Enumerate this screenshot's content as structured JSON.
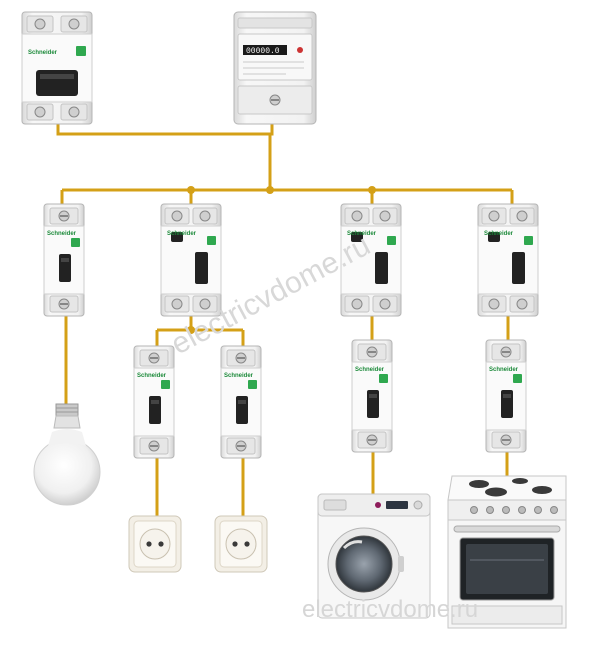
{
  "brand": "Schneider",
  "watermark": "electricvdome.ru",
  "colors": {
    "wire": "#d4a017",
    "device_body": "#eeeeee",
    "handle": "#222222",
    "brand_green": "#1c8a3a"
  },
  "meter": {
    "digits": "00000.0"
  },
  "components": [
    {
      "id": "main-breaker",
      "kind": "2-pole-breaker"
    },
    {
      "id": "energy-meter",
      "kind": "meter"
    },
    {
      "id": "breaker-lighting",
      "kind": "1-pole-breaker"
    },
    {
      "id": "rcd-sockets",
      "kind": "rcd"
    },
    {
      "id": "rcd-washer",
      "kind": "rcd"
    },
    {
      "id": "rcd-stove",
      "kind": "rcd"
    },
    {
      "id": "breaker-socket-1",
      "kind": "1-pole-breaker"
    },
    {
      "id": "breaker-socket-2",
      "kind": "1-pole-breaker"
    },
    {
      "id": "breaker-washer",
      "kind": "1-pole-breaker"
    },
    {
      "id": "breaker-stove",
      "kind": "1-pole-breaker"
    }
  ],
  "loads": [
    {
      "id": "light-bulb",
      "icon": "light-bulb-icon"
    },
    {
      "id": "socket-1",
      "icon": "socket-icon"
    },
    {
      "id": "socket-2",
      "icon": "socket-icon"
    },
    {
      "id": "washing-machine",
      "icon": "washing-machine-icon"
    },
    {
      "id": "electric-stove",
      "icon": "electric-stove-icon"
    }
  ]
}
